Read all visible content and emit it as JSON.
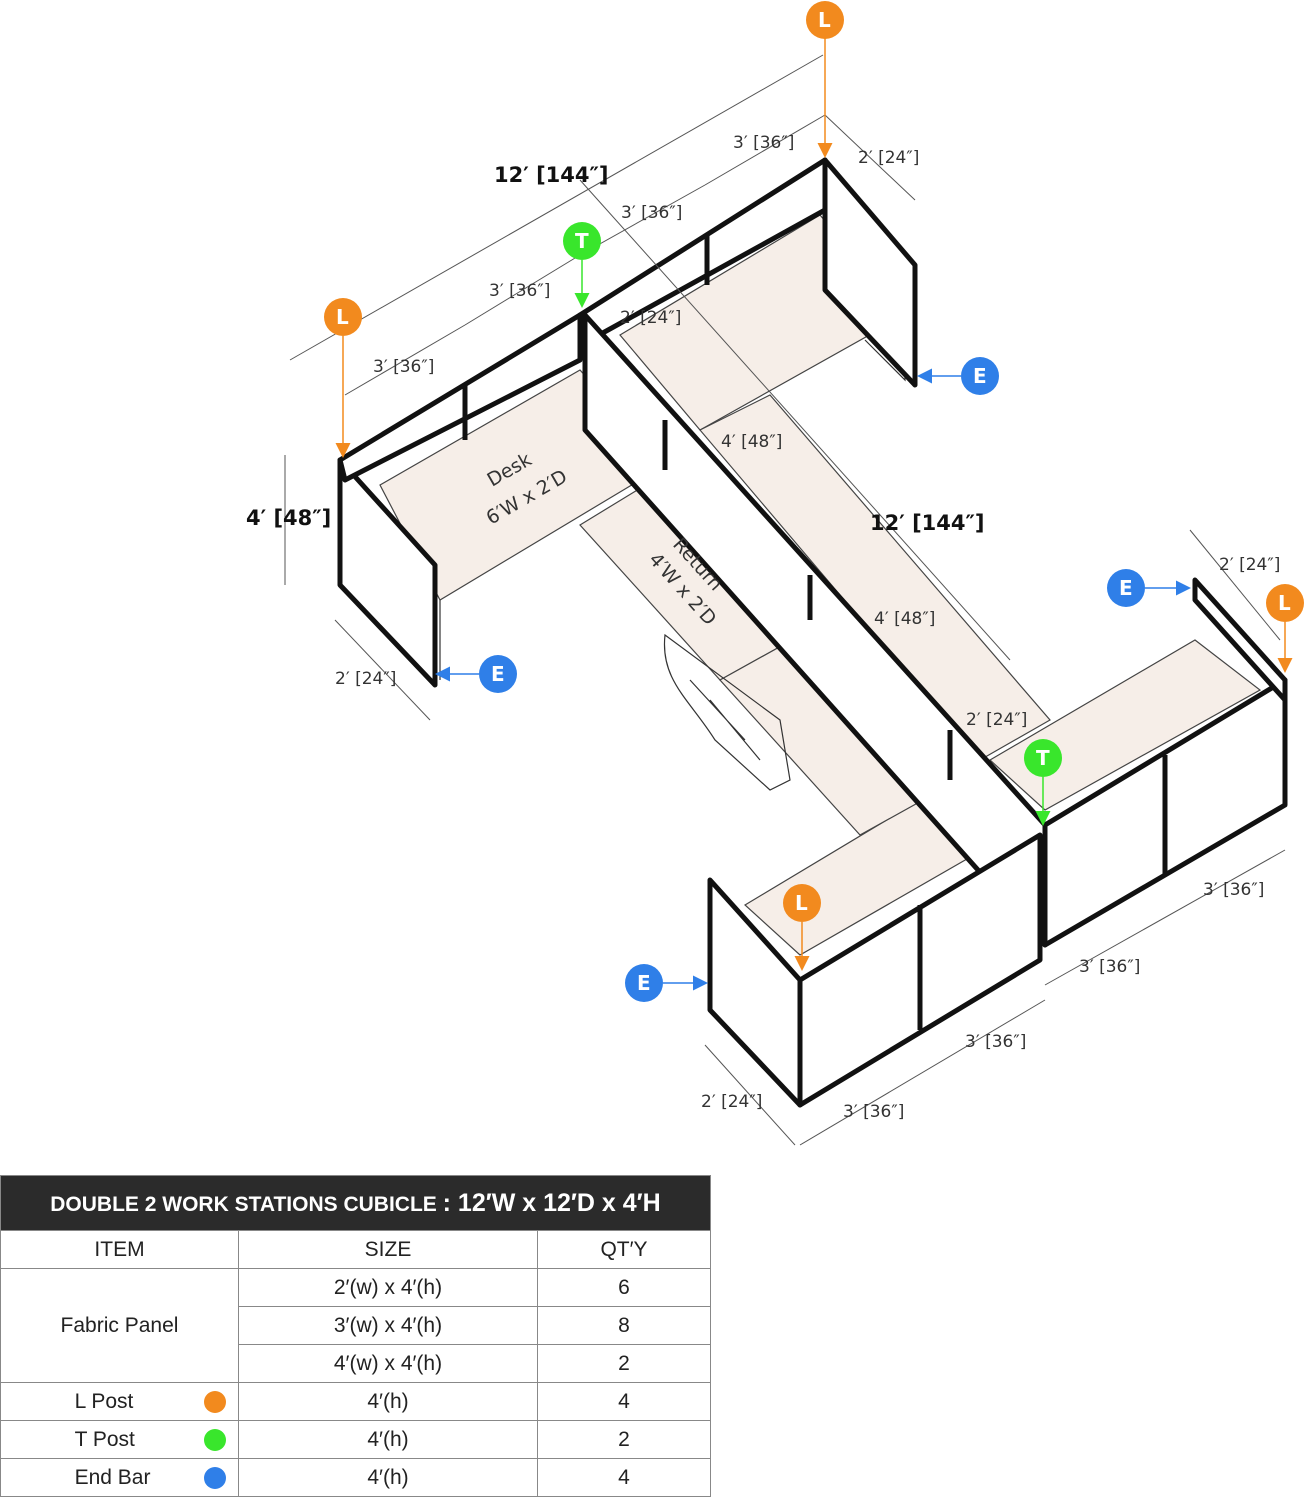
{
  "colors": {
    "l_post": "#f28a1e",
    "t_post": "#39e62c",
    "end_bar": "#2f7fe8",
    "panel": "#111111",
    "desk": "#f6eee8",
    "table_header": "#2b2b2b"
  },
  "markers": {
    "l": "L",
    "t": "T",
    "e": "E"
  },
  "dims": {
    "overall_w": "12′ [144″]",
    "overall_d": "12′ [144″]",
    "height": "4′ [48″]",
    "d3a": "3′ [36″]",
    "d3b": "3′ [36″]",
    "d3c": "3′ [36″]",
    "d3d": "3′ [36″]",
    "d2a": "2′ [24″]",
    "d2b": "2′ [24″]",
    "d2c": "2′ [24″]",
    "d4a": "4′ [48″]",
    "d4b": "4′ [48″]",
    "d2d": "2′ [24″]",
    "d2e": "2′ [24″]",
    "d3e": "3′ [36″]",
    "d3f": "3′ [36″]",
    "d3g": "3′ [36″]",
    "d3h": "3′ [36″]",
    "d2f": "2′ [24″]"
  },
  "labels": {
    "desk": "Desk",
    "desk_size": "6′W x 2′D",
    "return": "Return",
    "return_size": "4′W x 2′D"
  },
  "table": {
    "title": "DOUBLE 2 WORK STATIONS  CUBICLE",
    "title_size": ": 12′W x 12′D x 4′H",
    "headers": [
      "ITEM",
      "SIZE",
      "QT′Y"
    ],
    "fabric_panel": "Fabric Panel",
    "rows": [
      {
        "size": "2′(w) x 4′(h)",
        "qty": "6"
      },
      {
        "size": "3′(w) x 4′(h)",
        "qty": "8"
      },
      {
        "size": "4′(w) x 4′(h)",
        "qty": "2"
      }
    ],
    "posts": [
      {
        "item": "L Post",
        "size": "4′(h)",
        "qty": "4",
        "color": "#f28a1e"
      },
      {
        "item": "T Post",
        "size": "4′(h)",
        "qty": "2",
        "color": "#39e62c"
      },
      {
        "item": "End Bar",
        "size": "4′(h)",
        "qty": "4",
        "color": "#2f7fe8"
      }
    ]
  }
}
